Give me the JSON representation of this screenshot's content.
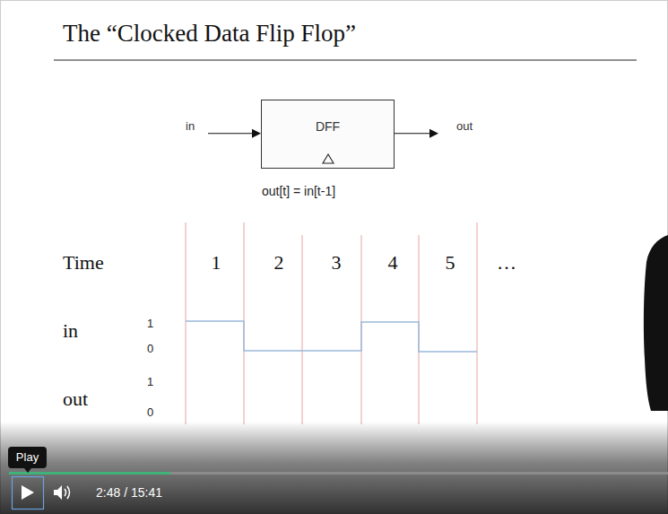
{
  "diagram": {
    "title": "The “Clocked Data Flip Flop”",
    "nodes": [
      {
        "text": [
          "DFF"
        ]
      }
    ],
    "labels": [
      "in",
      "out",
      "out[t] = in[t-1]",
      "Time",
      "1",
      "2",
      "3",
      "4",
      "5",
      "…",
      "in",
      "1",
      "0",
      "out",
      "1",
      "0",
      "Play",
      "2:48 / 15:41"
    ]
  }
}
